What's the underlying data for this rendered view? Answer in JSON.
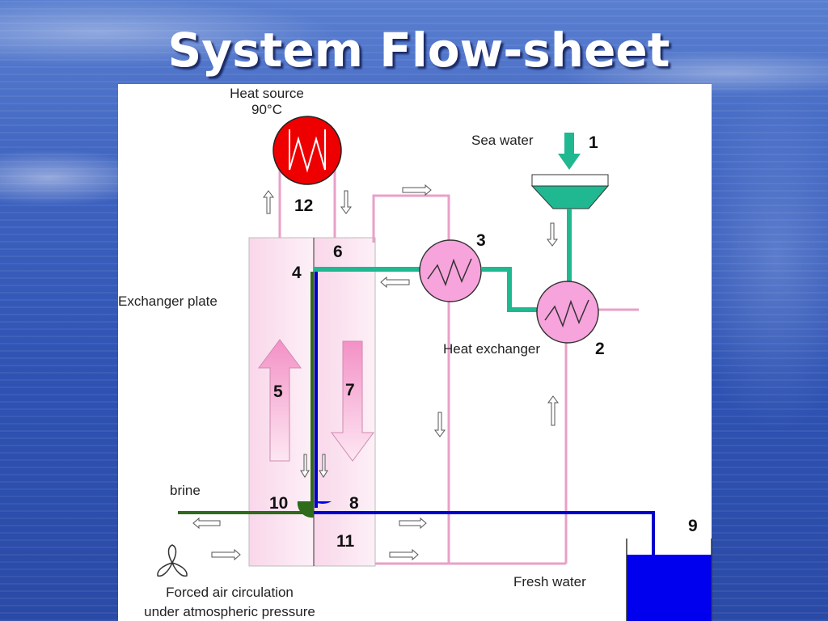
{
  "title": "System Flow-sheet",
  "diagram": {
    "labels": {
      "heat_source_line1": "Heat source",
      "heat_source_line2": "90°C",
      "sea_water": "Sea water",
      "exchanger_plate": "Exchanger plate",
      "heat_exchanger": "Heat exchanger",
      "brine": "brine",
      "forced_air_line1": "Forced air circulation",
      "forced_air_line2": "under atmospheric pressure",
      "fresh_water": "Fresh water"
    },
    "numbers": {
      "n1": "1",
      "n2": "2",
      "n3": "3",
      "n4": "4",
      "n5": "5",
      "n6": "6",
      "n7": "7",
      "n8": "8",
      "n9": "9",
      "n10": "10",
      "n11": "11",
      "n12": "12"
    },
    "colors": {
      "heat_source": "#ee0000",
      "pink_pipe": "#e8a0c8",
      "green_pipe": "#20b890",
      "blue_pipe": "#0000cc",
      "brine_pipe": "#2e6b1a",
      "tank": "#0000ee",
      "heat_exchanger": "#f7a3dc"
    }
  }
}
